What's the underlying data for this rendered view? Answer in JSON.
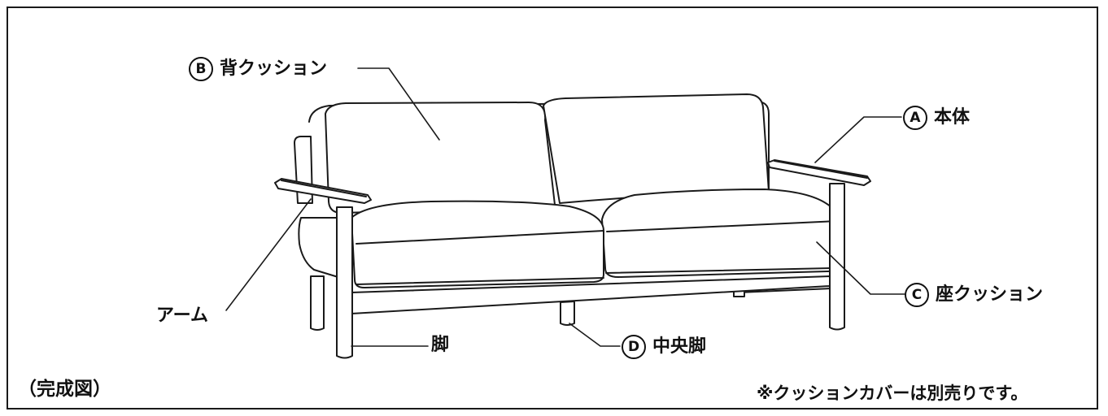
{
  "labels": {
    "B": {
      "letter": "B",
      "text": "背クッション"
    },
    "A": {
      "letter": "A",
      "text": "本体"
    },
    "C": {
      "letter": "C",
      "text": "座クッション"
    },
    "D": {
      "letter": "D",
      "text": "中央脚"
    },
    "arm": "アーム",
    "leg": "脚"
  },
  "caption": "（完成図）",
  "note": "※クッションカバーは別売りです。"
}
